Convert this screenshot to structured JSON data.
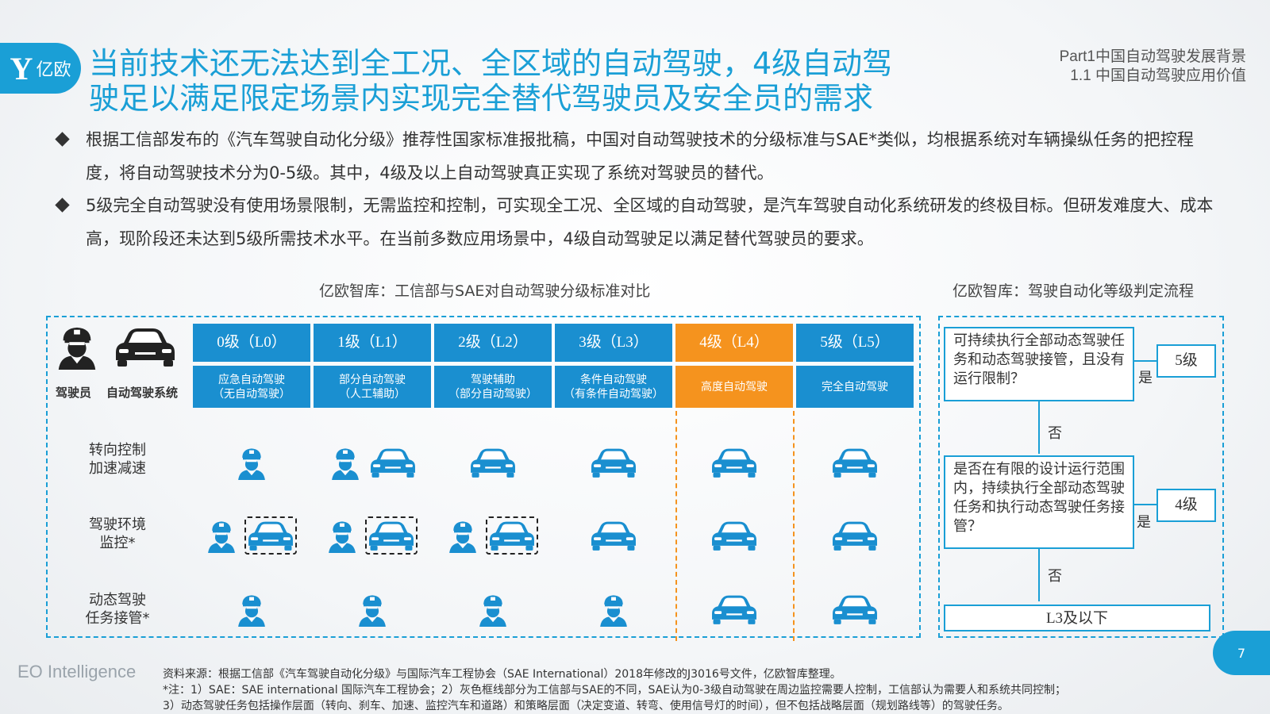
{
  "logo": {
    "mark": "Y",
    "text": "亿欧"
  },
  "title_line1": "当前技术还无法达到全工况、全区域的自动驾驶，4级自动驾",
  "title_line2": "驶足以满足限定场景内实现完全替代驾驶员及安全员的需求",
  "part_line1": "Part1中国自动驾驶发展背景",
  "part_line2": "1.1 中国自动驾驶应用价值",
  "bullets": [
    "根据工信部发布的《汽车驾驶自动化分级》推荐性国家标准报批稿，中国对自动驾驶技术的分级标准与SAE*类似，均根据系统对车辆操纵任务的把控程度，将自动驾驶技术分为0-5级。其中，4级及以上自动驾驶真正实现了系统对驾驶员的替代。",
    "5级完全自动驾驶没有使用场景限制，无需监控和控制，可实现全工况、全区域的自动驾驶，是汽车驾驶自动化系统研发的终极目标。但研发难度大、成本高，现阶段还未达到5级所需技术水平。在当前多数应用场景中，4级自动驾驶足以满足替代驾驶员的要求。"
  ],
  "left_caption": "亿欧智库：工信部与SAE对自动驾驶分级标准对比",
  "right_caption": "亿欧智库：驾驶自动化等级判定流程",
  "legend": {
    "driver": "驾驶员",
    "system": "自动驾驶系统"
  },
  "levels": [
    {
      "code": "0级（L0）",
      "name1": "应急自动驾驶",
      "name2": "（无自动驾驶）"
    },
    {
      "code": "1级（L1）",
      "name1": "部分自动驾驶",
      "name2": "（人工辅助）"
    },
    {
      "code": "2级（L2）",
      "name1": "驾驶辅助",
      "name2": "（部分自动驾驶）"
    },
    {
      "code": "3级（L3）",
      "name1": "条件自动驾驶",
      "name2": "（有条件自动驾驶）"
    },
    {
      "code": "4级（L4）",
      "name1": "高度自动驾驶",
      "name2": ""
    },
    {
      "code": "5级（L5）",
      "name1": "完全自动驾驶",
      "name2": ""
    }
  ],
  "rows": [
    {
      "label1": "转向控制",
      "label2": "加速减速"
    },
    {
      "label1": "驾驶环境",
      "label2": "监控*"
    },
    {
      "label1": "动态驾驶",
      "label2": "任务接管*"
    }
  ],
  "flow": {
    "q1": "可持续执行全部动态驾驶任务和动态驾驶接管，且没有运行限制？",
    "yes1": "是",
    "r1": "5级",
    "no1": "否",
    "q2": "是否在有限的设计运行范围内，持续执行全部动态驾驶任务和执行动态驾驶任务接管？",
    "yes2": "是",
    "r2": "4级",
    "no2": "否",
    "r3": "L3及以下"
  },
  "footer": {
    "brand": "EO Intelligence",
    "source": "资料来源：根据工信部《汽车驾驶自动化分级》与国际汽车工程协会（SAE International）2018年修改的J3016号文件，亿欧智库整理。",
    "note1": "*注：1）SAE：SAE international 国际汽车工程协会；2）灰色框线部分为工信部与SAE的不同，SAE认为0-3级自动驾驶在周边监控需要人控制，工信部认为需要人和系统共同控制；",
    "note2": "3）动态驾驶任务包括操作层面（转向、刹车、加速、监控汽车和道路）和策略层面（决定变道、转弯、使用信号灯的时间），但不包括战略层面（规划路线等）的驾驶任务。",
    "page": "7"
  },
  "colors": {
    "accent": "#1a9fd6",
    "header_blue": "#1a8fd0",
    "highlight": "#f5931e"
  },
  "icons": {
    "driver": "driver-icon",
    "car": "car-icon"
  }
}
